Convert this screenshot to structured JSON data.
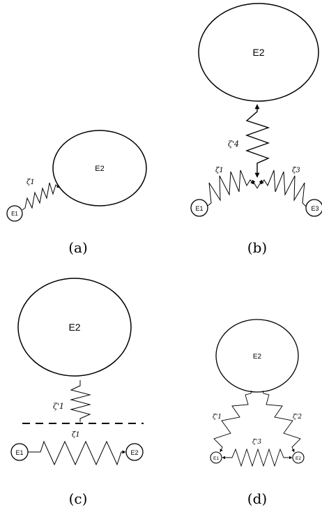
{
  "panels": {
    "a": {
      "caption": "(a)",
      "node_big": "E2",
      "node_small": "E1",
      "spring_label": "ζ1"
    },
    "b": {
      "caption": "(b)",
      "node_big": "E2",
      "node_left": "E1",
      "node_right": "E3",
      "spring_left_label": "ζ1",
      "spring_right_label": "ζ3",
      "spring_vertical_label": "ζ'4"
    },
    "c": {
      "caption": "(c)",
      "node_big": "E2",
      "node_left": "E1",
      "node_right": "E2",
      "spring_horizontal_label": "ζ1",
      "spring_vertical_label": "ζ'1"
    },
    "d": {
      "caption": "(d)",
      "node_big": "E2",
      "node_left": "E1",
      "node_right": "E2",
      "spring_left_label": "ζ'1",
      "spring_right_label": "ζ'2",
      "spring_bottom_label": "ζ'3"
    }
  }
}
